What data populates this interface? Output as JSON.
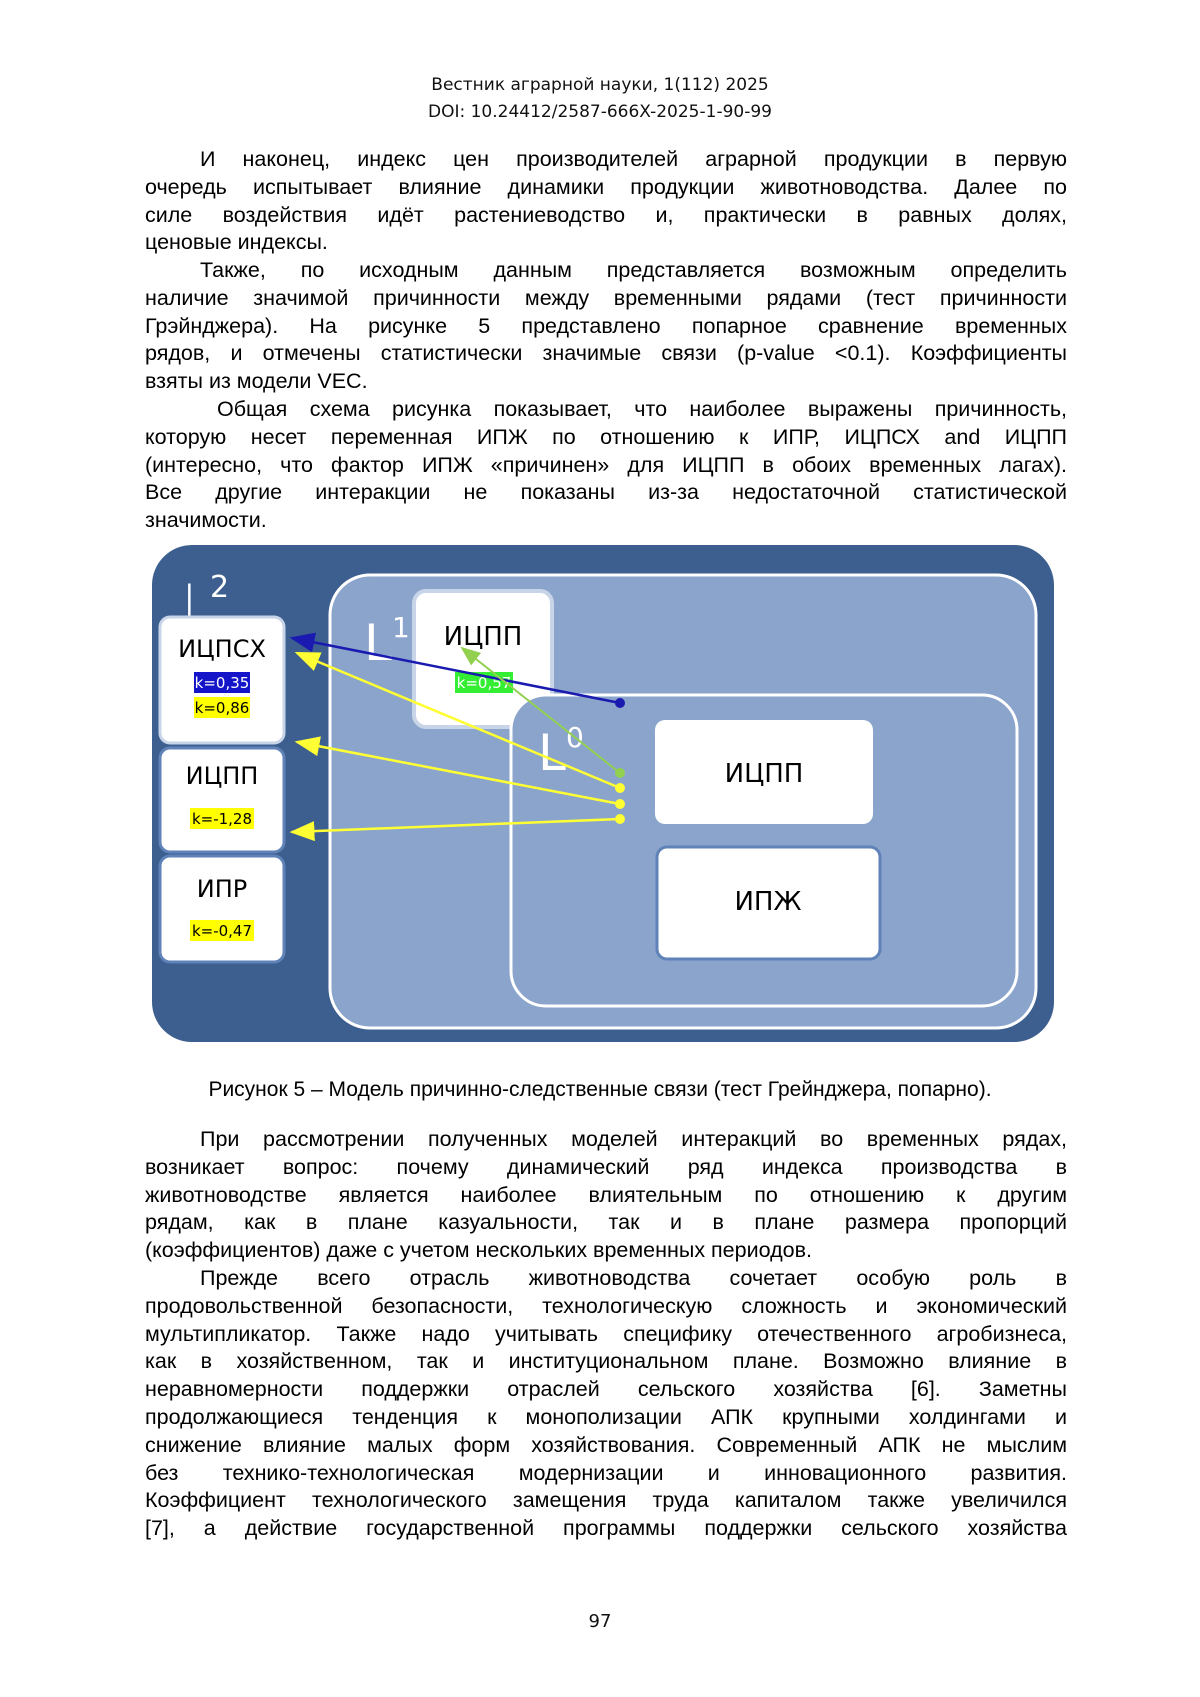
{
  "header": {
    "journal": "Вестник аграрной науки, 1(112) 2025",
    "doi": "DOI: 10.24412/2587-666X-2025-1-90-99"
  },
  "paragraphs_top": [
    {
      "lines": [
        "И наконец, индекс цен производителей аграрной продукции в первую",
        "очередь испытывает влияние динамики продукции животноводства. Далее по",
        "силе воздействия идёт растениеводство и, практически в равных долях,"
      ],
      "last": "ценовые индексы."
    },
    {
      "lines": [
        "Также, по исходным данным представляется возможным определить",
        "наличие значимой причинности между временными рядами (тест причинности",
        "Грэйнджера). На рисунке 5 представлено попарное сравнение временных",
        "рядов, и отмечены статистически значимые связи (p-value <0.1). Коэффициенты"
      ],
      "last": "взяты из модели VEC."
    },
    {
      "lines": [
        "Общая схема рисунка показывает, что наиболее выражены причинность,",
        "которую несет переменная ИПЖ по отношению к ИПР, ИЦПСХ and ИЦПП",
        "(интересно, что фактор ИПЖ «причинен» для ИЦПП в обоих временных лагах).",
        "Все другие интеракции не показаны из-за недостаточной статистической"
      ],
      "last": "значимости."
    }
  ],
  "figure": {
    "level_labels": {
      "l2": "L",
      "l2_sup": "2",
      "l1": "L",
      "l1_sup": "1",
      "l0": "L",
      "l0_sup": "0"
    },
    "boxes": {
      "left_top": {
        "name": "ИЦПСХ",
        "k1": "k=0,35",
        "k2": "k=0,86"
      },
      "left_mid": {
        "name": "ИЦПП",
        "k": "k=-1,28"
      },
      "left_bot": {
        "name": "ИПР",
        "k": "k=-0,47"
      },
      "l1_box": {
        "name": "ИЦПП",
        "k": "k=0,57"
      },
      "l0_top": {
        "name": "ИЦПП"
      },
      "l0_bot": {
        "name": "ИПЖ"
      }
    },
    "colors": {
      "outer": "#3d5f8f",
      "mid": "#8aa4cb",
      "inner": "#8aa4cb",
      "arrow_blue": "#1a1ab0",
      "arrow_yellow": "#ffff33",
      "arrow_green": "#92d050",
      "hl_blue": "#1414c8",
      "hl_yellow": "#ffff00",
      "hl_green": "#33ee33"
    }
  },
  "caption": "Рисунок 5 – Модель причинно-следственные связи (тест Грейнджера, попарно).",
  "paragraphs_bottom": [
    {
      "lines": [
        "При рассмотрении полученных моделей интеракций во временных рядах,",
        "возникает вопрос: почему динамический ряд индекса производства в",
        "животноводстве является наиболее влиятельным по отношению к другим",
        "рядам, как в плане казуальности, так и в плане размера пропорций"
      ],
      "last": "(коэффициентов) даже с учетом нескольких временных периодов."
    },
    {
      "lines": [
        "Прежде всего отрасль животноводства сочетает особую роль в",
        "продовольственной безопасности, технологическую сложность и экономический",
        "мультипликатор. Также надо учитывать специфику отечественного агробизнеса,",
        "как в хозяйственном, так и институциональном плане. Возможно влияние в",
        "неравномерности поддержки отраслей сельского хозяйства [6]. Заметны",
        "продолжающиеся тенденция к монополизации АПК крупными холдингами и",
        "снижение влияние малых форм хозяйствования. Современный АПК не мыслим",
        "без технико-технологическая модернизации и инновационного развития.",
        "Коэффициент технологического замещения труда капиталом также увеличился",
        "[7], а действие государственной программы поддержки сельского хозяйства"
      ],
      "last": ""
    }
  ],
  "page_number": "97"
}
